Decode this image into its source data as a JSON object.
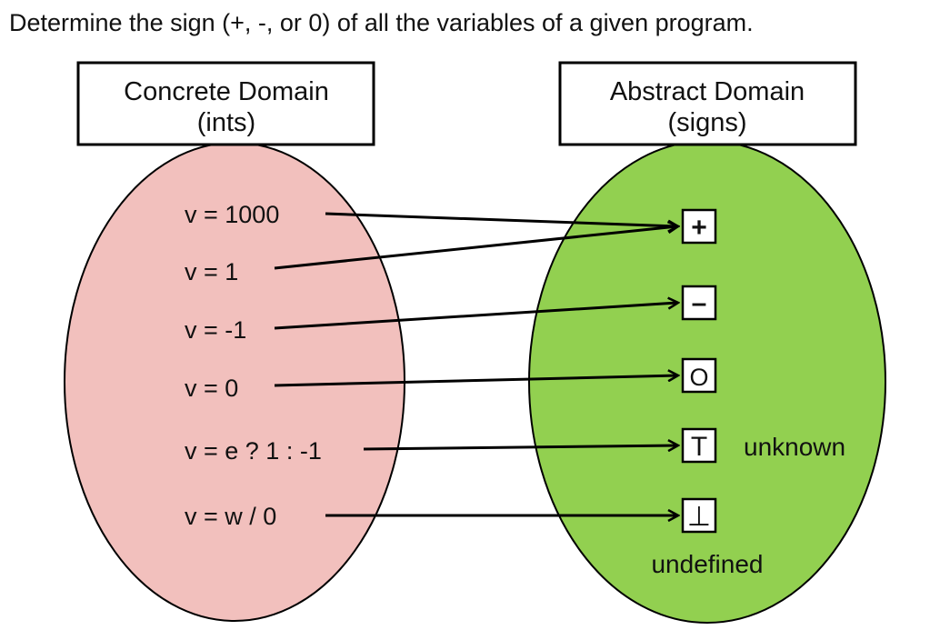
{
  "heading": "Determine the sign (+, -, or 0) of all the variables of a given program.",
  "concrete": {
    "title_line1": "Concrete Domain",
    "title_line2": "(ints)",
    "fill": "#f2c0bd",
    "expressions": [
      "v = 1000",
      "v = 1",
      "v = -1",
      "v = 0",
      "v = e ? 1 : -1",
      "v = w / 0"
    ]
  },
  "abstract": {
    "title_line1": "Abstract Domain",
    "title_line2": "(signs)",
    "fill": "#92d050",
    "symbols": [
      "+",
      "–",
      "O",
      "T",
      "⊥"
    ],
    "top_note": "unknown",
    "bottom_note": "undefined"
  },
  "mapping": [
    {
      "from": "v = 1000",
      "to": "+"
    },
    {
      "from": "v = 1",
      "to": "+"
    },
    {
      "from": "v = -1",
      "to": "–"
    },
    {
      "from": "v = 0",
      "to": "O"
    },
    {
      "from": "v = e ? 1 : -1",
      "to": "T"
    },
    {
      "from": "v = w / 0",
      "to": "⊥"
    }
  ]
}
